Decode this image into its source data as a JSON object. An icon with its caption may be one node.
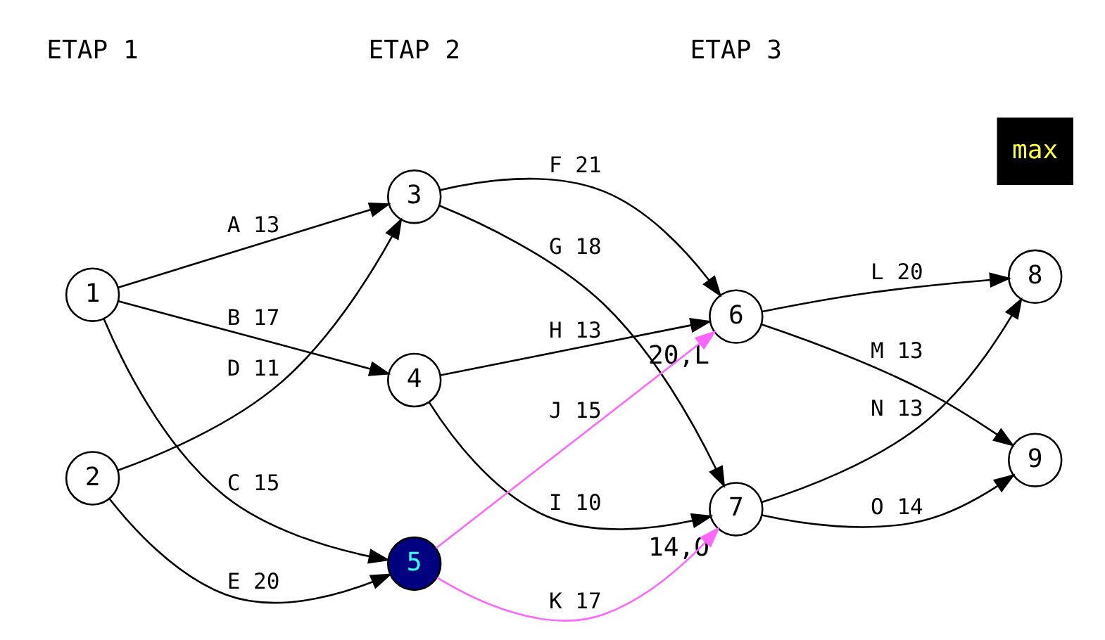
{
  "diagram": {
    "nodes": [
      {
        "text": [
          "1"
        ]
      },
      {
        "text": [
          "2"
        ]
      },
      {
        "text": [
          "3"
        ]
      },
      {
        "text": [
          "4"
        ]
      },
      {
        "text": [
          "5"
        ]
      },
      {
        "text": [
          "6"
        ],
        "beside": [
          "20,L"
        ]
      },
      {
        "text": [
          "7"
        ],
        "beside": [
          "14,O"
        ]
      },
      {
        "text": [
          "8"
        ]
      },
      {
        "text": [
          "9"
        ]
      }
    ],
    "edges": [
      {
        "from": 0,
        "to": 2,
        "arrow": "to",
        "label": "A 13"
      },
      {
        "from": 0,
        "to": 3,
        "arrow": "to",
        "label": "B 17"
      },
      {
        "from": 0,
        "to": 4,
        "arrow": "to",
        "label": "C 15"
      },
      {
        "from": 1,
        "to": 2,
        "arrow": "to",
        "label": "D 11"
      },
      {
        "from": 1,
        "to": 4,
        "arrow": "to",
        "label": "E 20"
      },
      {
        "from": 2,
        "to": 5,
        "arrow": "to",
        "label": "F 21"
      },
      {
        "from": 2,
        "to": 6,
        "arrow": "to",
        "label": "G 18"
      },
      {
        "from": 3,
        "to": 5,
        "arrow": "to",
        "label": "H 13"
      },
      {
        "from": 3,
        "to": 6,
        "arrow": "to",
        "label": "I 10"
      },
      {
        "from": 4,
        "to": 5,
        "arrow": "to",
        "label": "J 15",
        "color": "#ff66ff"
      },
      {
        "from": 4,
        "to": 6,
        "arrow": "to",
        "label": "K 17",
        "color": "#ff66ff"
      },
      {
        "from": 5,
        "to": 7,
        "arrow": "to",
        "label": "L 20"
      },
      {
        "from": 5,
        "to": 8,
        "arrow": "to",
        "label": "M 13"
      },
      {
        "from": 6,
        "to": 7,
        "arrow": "to",
        "label": "N 13"
      },
      {
        "from": 6,
        "to": 8,
        "arrow": "to",
        "label": "O 14"
      }
    ],
    "labels": [
      "max",
      "ETAP 1",
      "ETAP 2",
      "ETAP 3"
    ]
  }
}
